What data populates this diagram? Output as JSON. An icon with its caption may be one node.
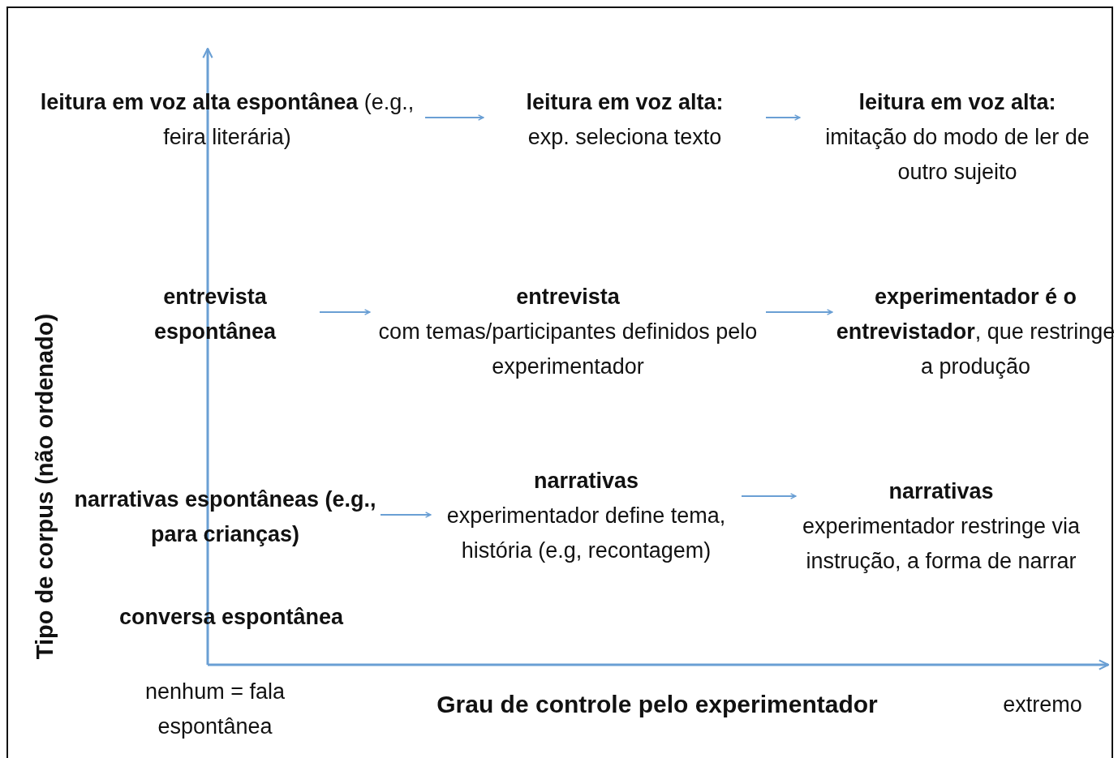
{
  "diagram": {
    "nodes": [
      {
        "text": [
          "**leitura em voz alta espontânea** (e.g., feira literária)"
        ]
      },
      {
        "text": [
          "leitura em voz alta:",
          "exp. seleciona texto"
        ]
      },
      {
        "text": [
          "leitura em voz alta:",
          "imitação do modo de ler de outro sujeito"
        ]
      },
      {
        "text": [
          "entrevista espontânea"
        ]
      },
      {
        "text": [
          "entrevista",
          "com temas/participantes definidos pelo experimentador"
        ]
      },
      {
        "text": [
          "**experimentador é o entrevistador**, que restringe a produção"
        ]
      },
      {
        "text": [
          "narrativas espontâneas (e.g., para crianças)"
        ]
      },
      {
        "text": [
          "narrativas",
          "experimentador define tema, história (e.g, recontagem)"
        ]
      },
      {
        "text": [
          "narrativas",
          "experimentador restringe via instrução, a forma de narrar"
        ]
      }
    ],
    "edges": [
      {
        "from": 0,
        "to": 1,
        "arrow": "to"
      },
      {
        "from": 1,
        "to": 2,
        "arrow": "to"
      },
      {
        "from": 3,
        "to": 4,
        "arrow": "to"
      },
      {
        "from": 4,
        "to": 5,
        "arrow": "to"
      },
      {
        "from": 6,
        "to": 7,
        "arrow": "to"
      },
      {
        "from": 7,
        "to": 8,
        "arrow": "to"
      }
    ],
    "labels": [
      "conversa espontânea",
      "Tipo de corpus (não ordenado)",
      "nenhum = fala espontânea",
      "Grau de controle pelo experimentador",
      "extremo"
    ]
  }
}
